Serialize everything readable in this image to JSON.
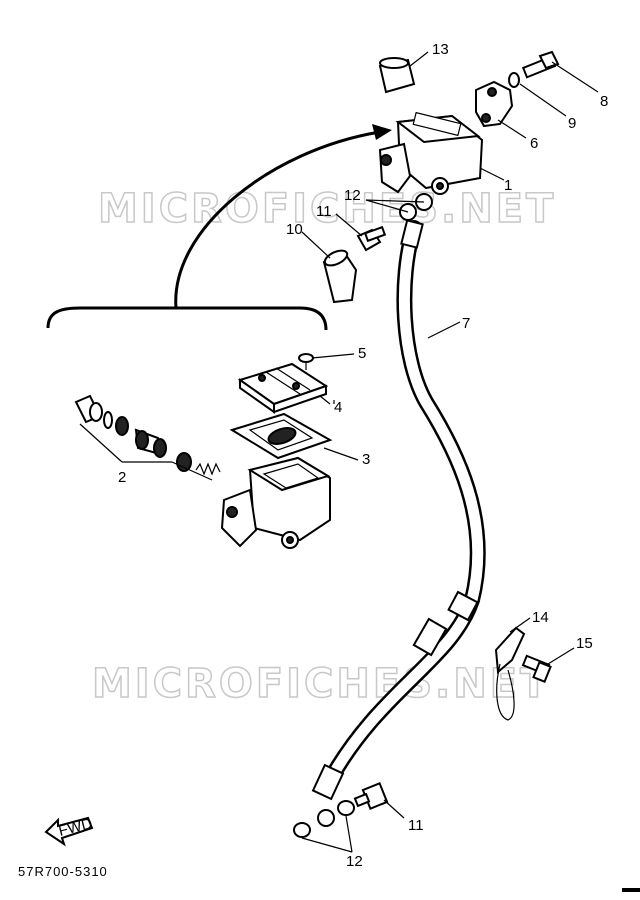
{
  "watermark": "MICROFICHES.NET",
  "diagram_code": "57R700-5310",
  "fwd_label": "FWD",
  "callouts": [
    "1",
    "2",
    "3",
    "4",
    "5",
    "6",
    "7",
    "8",
    "9",
    "10",
    "11",
    "11",
    "12",
    "12",
    "13",
    "14",
    "15"
  ]
}
